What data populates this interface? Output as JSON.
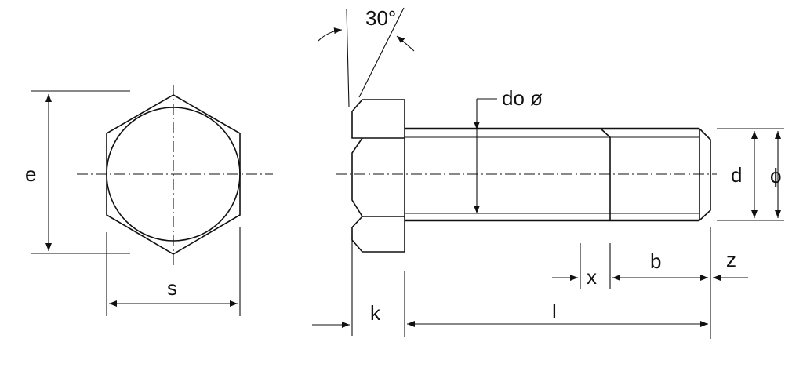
{
  "labels": {
    "e": "e",
    "s": "s",
    "angle": "30°",
    "do": "do ø",
    "d": "d",
    "phi": "ϕ",
    "k": "k",
    "l": "l",
    "x": "x",
    "b": "b",
    "z": "z"
  },
  "colors": {
    "line": "#111111",
    "background": "#ffffff"
  }
}
